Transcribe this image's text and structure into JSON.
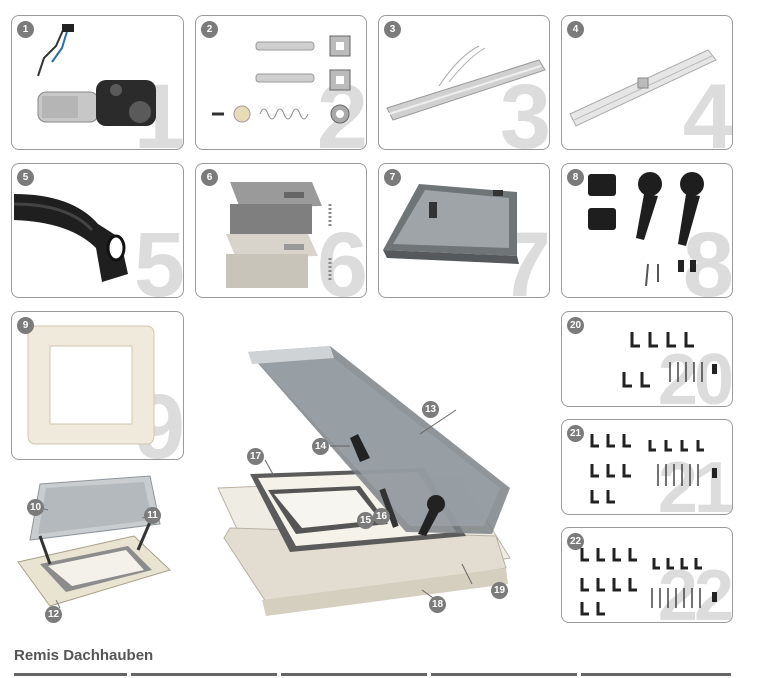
{
  "parts": {
    "p1": "1",
    "p2": "2",
    "p3": "3",
    "p4": "4",
    "p5": "5",
    "p6": "6",
    "p7": "7",
    "p8": "8",
    "p9": "9",
    "p20": "20",
    "p21": "21",
    "p22": "22"
  },
  "callouts": {
    "c10": "10",
    "c11": "11",
    "c12": "12",
    "c13": "13",
    "c14": "14",
    "c15": "15",
    "c16": "16",
    "c17": "17",
    "c18": "18",
    "c19": "19"
  },
  "heading": "Remis Dachhauben",
  "colors": {
    "badge": "#7b7b7b",
    "card_border": "#9a9a9a",
    "watermark": "#dcdcdc"
  }
}
